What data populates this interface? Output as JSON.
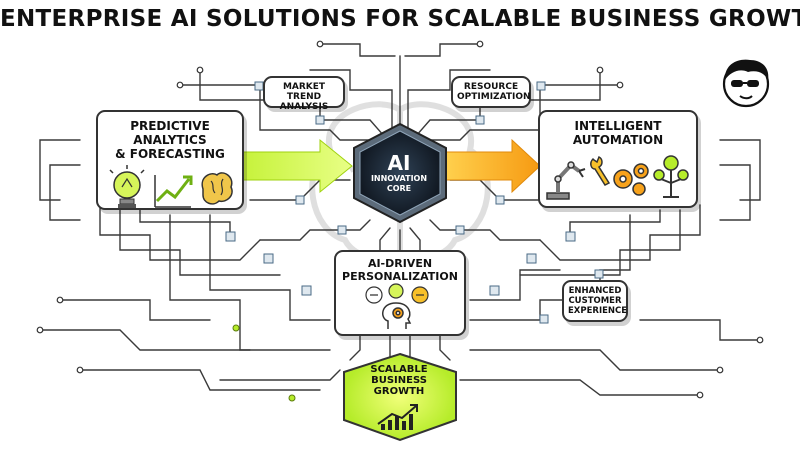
{
  "title": "ENTERPRISE AI SOLUTIONS FOR SCALABLE BUSINESS GROWTH",
  "nodes": {
    "market_trend": "MARKET TREND\nANALYSIS",
    "resource_opt": "RESOURCE\nOPTIMIZATION",
    "predictive": "PREDICTIVE ANALYTICS\n& FORECASTING",
    "automation": "INTELLIGENT\nAUTOMATION",
    "core_line1": "AI",
    "core_line2": "INNOVATION\nCORE",
    "personalization": "AI-DRIVEN\nPERSONALIZATION",
    "customer": "ENHANCED\nCUSTOMER\nEXPERIENCE",
    "growth": "SCALABLE\nBUSINESS\nGROWTH"
  },
  "icons": {
    "predictive": [
      "lightbulb-icon",
      "chart-up-icon",
      "brain-icon"
    ],
    "automation": [
      "robot-arm-icon",
      "wrench-icon",
      "gears-icon",
      "gear-tree-icon"
    ],
    "personalization": [
      "head-profile-icon",
      "speech-bubbles-icon"
    ],
    "growth": [
      "bar-chart-arrow-icon"
    ],
    "avatar": "sunglasses-avatar-icon"
  },
  "colors": {
    "accent_green": "#b6ec2a",
    "accent_orange": "#f7a21b",
    "core_dark": "#1c2733",
    "circuit": "#3a3a3a"
  }
}
